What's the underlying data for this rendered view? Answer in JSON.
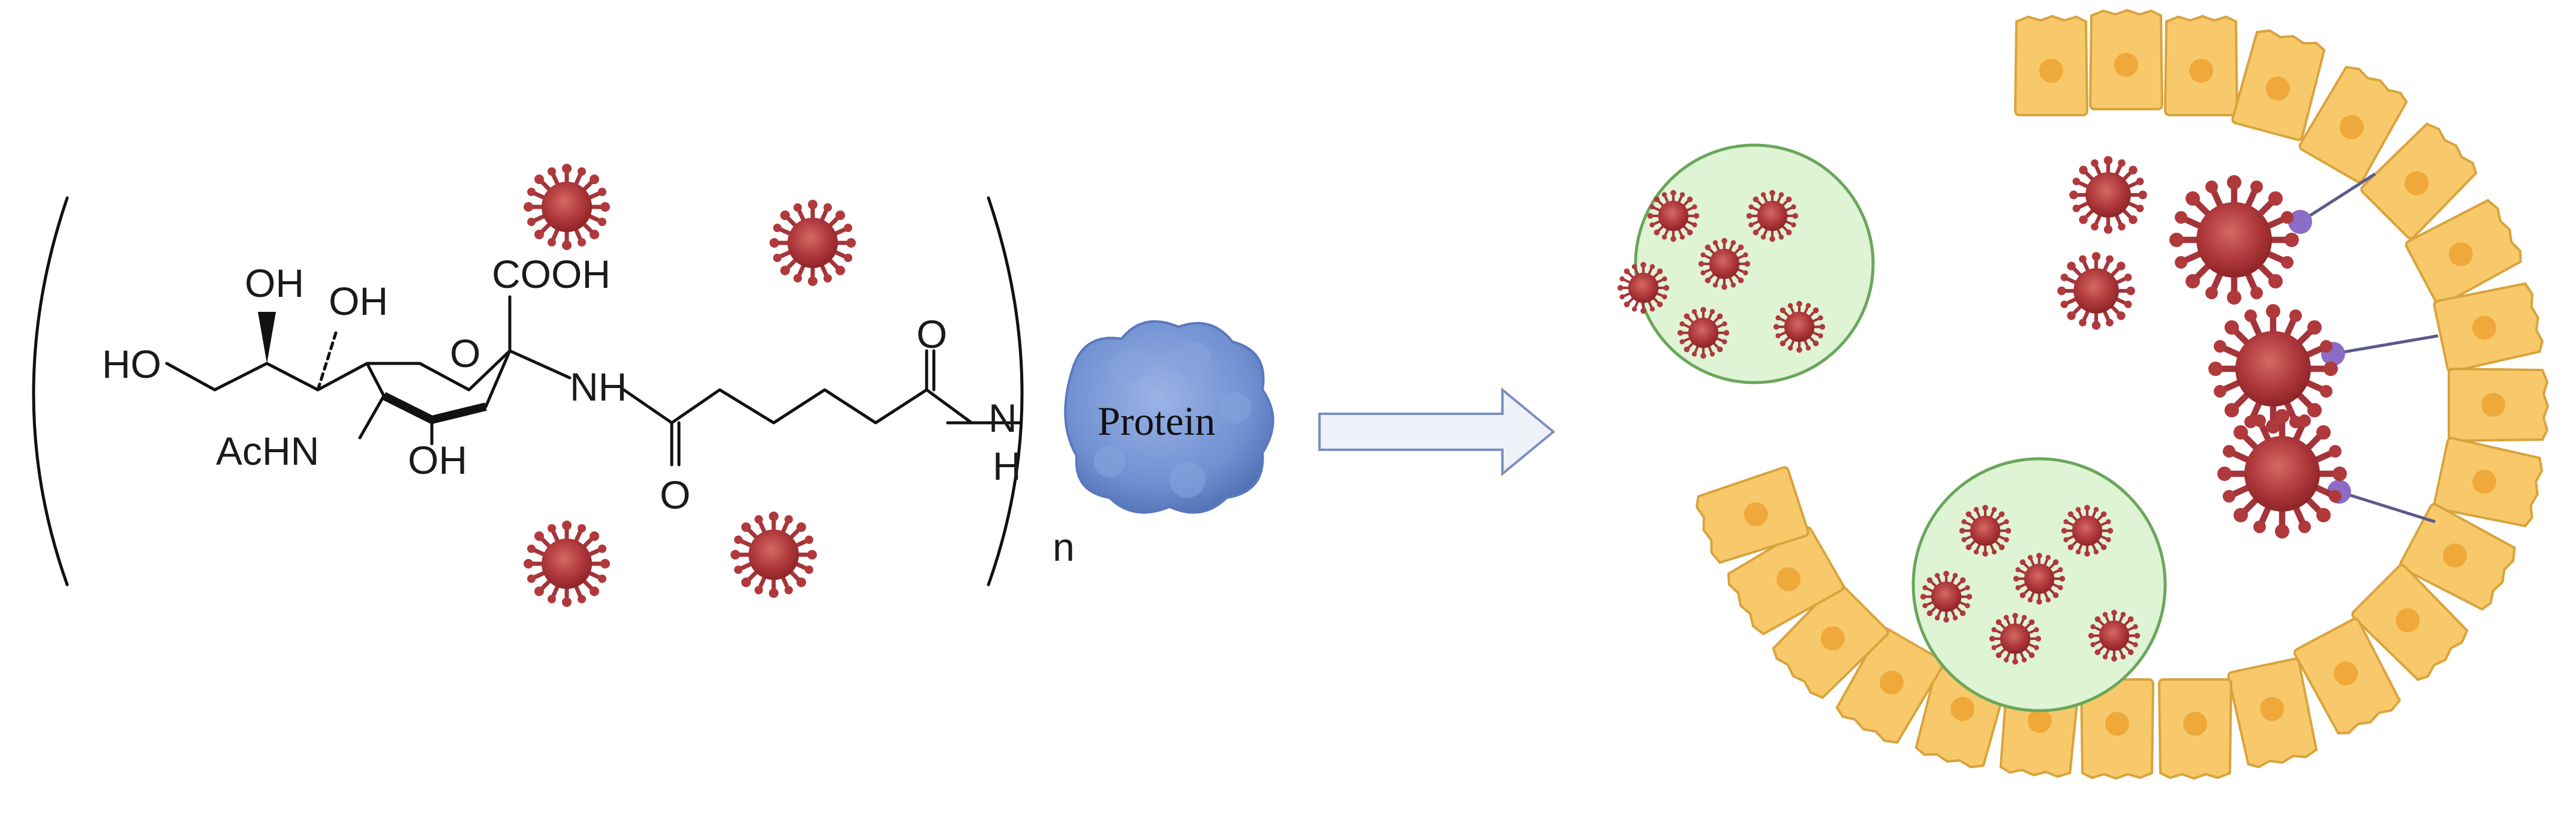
{
  "labels": {
    "oh_top1": "OH",
    "oh_top2": "OH",
    "cooh": "COOH",
    "ho_left": "HO",
    "ring_o": "O",
    "nh_right": "NH",
    "achn": "AcHN",
    "oh_bottom": "OH",
    "o_carbonyl_bottom": "O",
    "o_carbonyl_top": "O",
    "nh_amide_n": "N",
    "nh_amide_h": "H",
    "protein": "Protein",
    "repeat_n": "n"
  },
  "colors": {
    "virus": "#b0393c",
    "virus_dark": "#8e2427",
    "protein": "#6f8fd1",
    "protein_dark": "#4a69ad",
    "cell": "#f7c96a",
    "cell_border": "#d9a33c",
    "nucleus": "#efa83a",
    "vesicle_fill": "#dff3d5",
    "vesicle_border": "#6aa65a",
    "receptor": "#8b6cc6",
    "tether": "#5a5a8c",
    "arrow_fill": "#eef2f8",
    "arrow_stroke": "#7a8fbf"
  },
  "icons": {
    "virus": "virus-icon",
    "protein": "protein-blob-icon",
    "arrow": "right-arrow-icon",
    "cell": "epithelial-cell-icon",
    "vesicle": "vesicle-icon"
  }
}
